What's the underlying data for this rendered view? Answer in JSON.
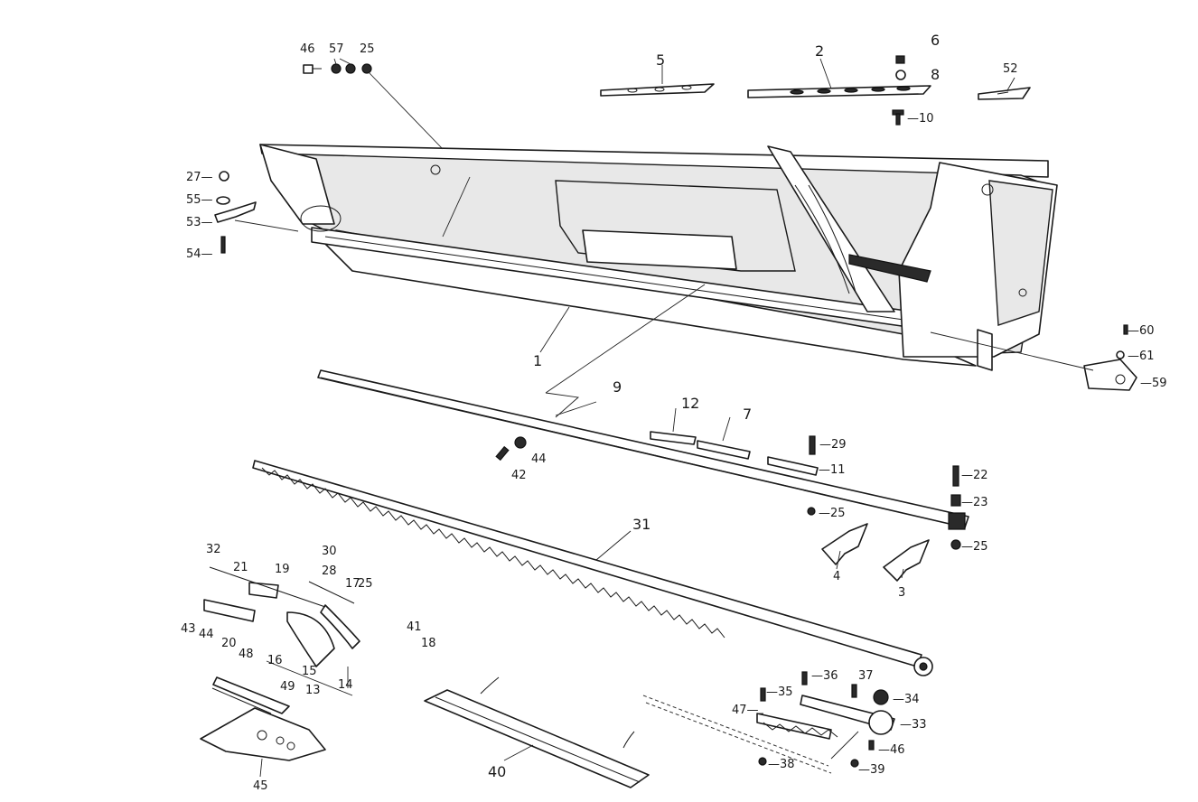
{
  "callouts": {
    "c1": "1",
    "c2": "2",
    "c3": "3",
    "c4": "4",
    "c5": "5",
    "c6": "6",
    "c7": "7",
    "c8": "8",
    "c9": "9",
    "c10": "—10",
    "c11": "—11",
    "c12": "12",
    "c13": "13",
    "c14": "14",
    "c15": "15",
    "c16": "16",
    "c17": "17",
    "c18": "18",
    "c19": "19",
    "c20": "20",
    "c21": "21",
    "c22": "—22",
    "c23": "—23",
    "c25a": "25",
    "c25b": "—25",
    "c25c": "—25",
    "c25d": "25",
    "c27": "27—",
    "c28": "28",
    "c29": "—29",
    "c30": "30",
    "c31": "31",
    "c32": "32",
    "c33": "—33",
    "c34": "—34",
    "c35": "—35",
    "c36": "—36",
    "c37": "37",
    "c38": "—38",
    "c39": "—39",
    "c40": "40",
    "c41": "41",
    "c42": "42",
    "c43": "43",
    "c44a": "44",
    "c44b": "44",
    "c45": "45",
    "c46a": "46",
    "c46b": "—46",
    "c47": "47—",
    "c48": "48",
    "c49": "49",
    "c52": "52",
    "c53": "53—",
    "c54": "54—",
    "c55": "55—",
    "c57": "57",
    "c59": "—59",
    "c60": "—60",
    "c61": "—61"
  }
}
